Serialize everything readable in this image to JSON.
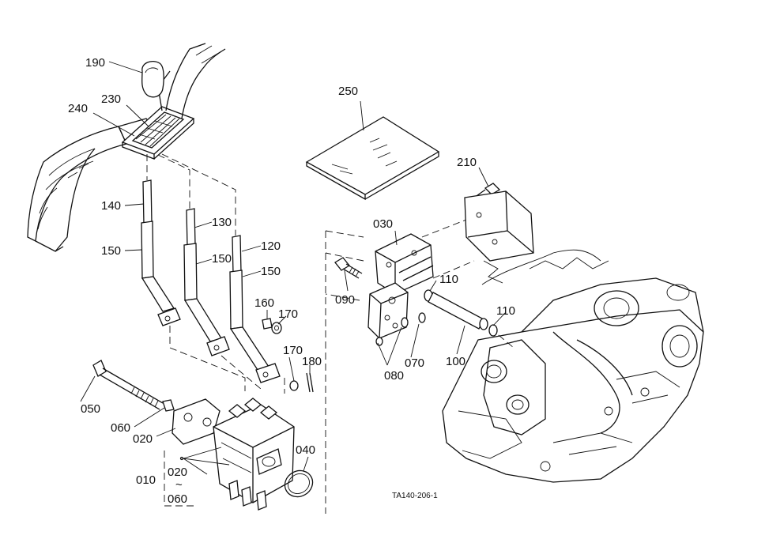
{
  "callouts": [
    {
      "id": "c190",
      "text": "190"
    },
    {
      "id": "c230",
      "text": "230"
    },
    {
      "id": "c240",
      "text": "240"
    },
    {
      "id": "c140",
      "text": "140"
    },
    {
      "id": "c150a",
      "text": "150"
    },
    {
      "id": "c130",
      "text": "130"
    },
    {
      "id": "c150b",
      "text": "150"
    },
    {
      "id": "c120",
      "text": "120"
    },
    {
      "id": "c150c",
      "text": "150"
    },
    {
      "id": "c160",
      "text": "160"
    },
    {
      "id": "c170a",
      "text": "170"
    },
    {
      "id": "c170b",
      "text": "170"
    },
    {
      "id": "c180",
      "text": "180"
    },
    {
      "id": "c050",
      "text": "050"
    },
    {
      "id": "c060a",
      "text": "060"
    },
    {
      "id": "c020a",
      "text": "020"
    },
    {
      "id": "c010",
      "text": "010"
    },
    {
      "id": "c020b",
      "text": "020"
    },
    {
      "id": "ctilde",
      "text": "~"
    },
    {
      "id": "c060b",
      "text": "060"
    },
    {
      "id": "c040",
      "text": "040"
    },
    {
      "id": "c250",
      "text": "250"
    },
    {
      "id": "c210",
      "text": "210"
    },
    {
      "id": "c030",
      "text": "030"
    },
    {
      "id": "c090",
      "text": "090"
    },
    {
      "id": "c110a",
      "text": "110"
    },
    {
      "id": "c110b",
      "text": "110"
    },
    {
      "id": "c070",
      "text": "070"
    },
    {
      "id": "c080",
      "text": "080"
    },
    {
      "id": "c100",
      "text": "100"
    }
  ],
  "drawing_ref": "TA140-206-1"
}
